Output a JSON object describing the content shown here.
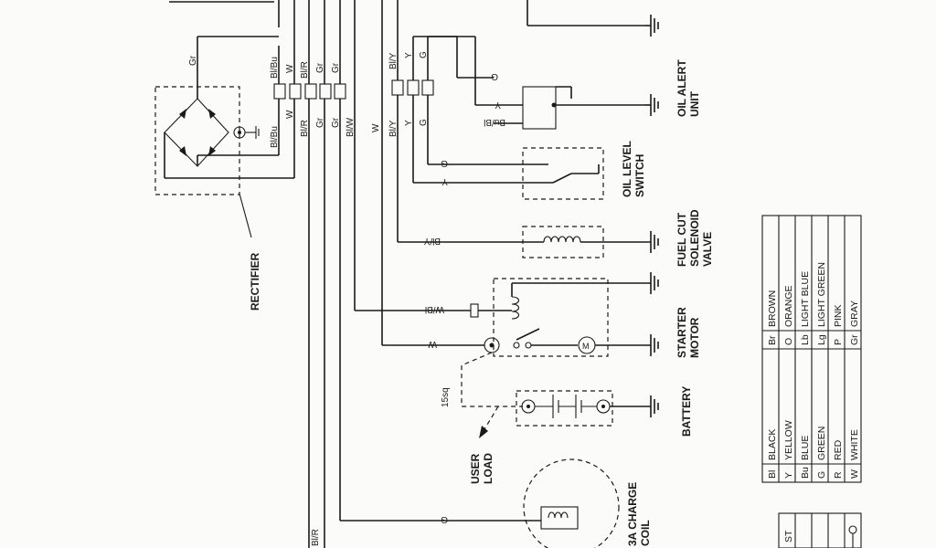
{
  "components": {
    "rectifier": "RECTIFIER",
    "oil_alert": [
      "OIL ALERT",
      "UNIT"
    ],
    "oil_level": [
      "OIL LEVEL",
      "SWITCH"
    ],
    "fuel_cut": [
      "FUEL CUT",
      "SOLENOID",
      "VALVE"
    ],
    "starter": [
      "STARTER",
      "MOTOR"
    ],
    "battery": "BATTERY",
    "user_load": [
      "USER",
      "LOAD"
    ],
    "charge_coil": [
      "3A CHARGE",
      "COIL"
    ]
  },
  "wires": {
    "gr": "Gr",
    "bl_bu": "Bl/Bu",
    "w": "W",
    "bl_r": "Bl/R",
    "bl_w": "Bl/W",
    "bl_y": "Bl/Y",
    "y": "Y",
    "g": "G",
    "bu_bl": "Bu/Bl",
    "bl_y_rev": "Bl/Y",
    "w_bl": "W/Bl",
    "sq15": "15sq"
  },
  "legend": {
    "left": [
      {
        "code": "Bl",
        "name": "BLACK"
      },
      {
        "code": "Y",
        "name": "YELLOW"
      },
      {
        "code": "Bu",
        "name": "BLUE"
      },
      {
        "code": "G",
        "name": "GREEN"
      },
      {
        "code": "R",
        "name": "RED"
      },
      {
        "code": "W",
        "name": "WHITE"
      }
    ],
    "right": [
      {
        "code": "Br",
        "name": "BROWN"
      },
      {
        "code": "O",
        "name": "ORANGE"
      },
      {
        "code": "Lb",
        "name": "LIGHT BLUE"
      },
      {
        "code": "Lg",
        "name": "LIGHT GREEN"
      },
      {
        "code": "P",
        "name": "PINK"
      },
      {
        "code": "Gr",
        "name": "GRAY"
      }
    ]
  },
  "switch_table": {
    "header": "ST"
  }
}
